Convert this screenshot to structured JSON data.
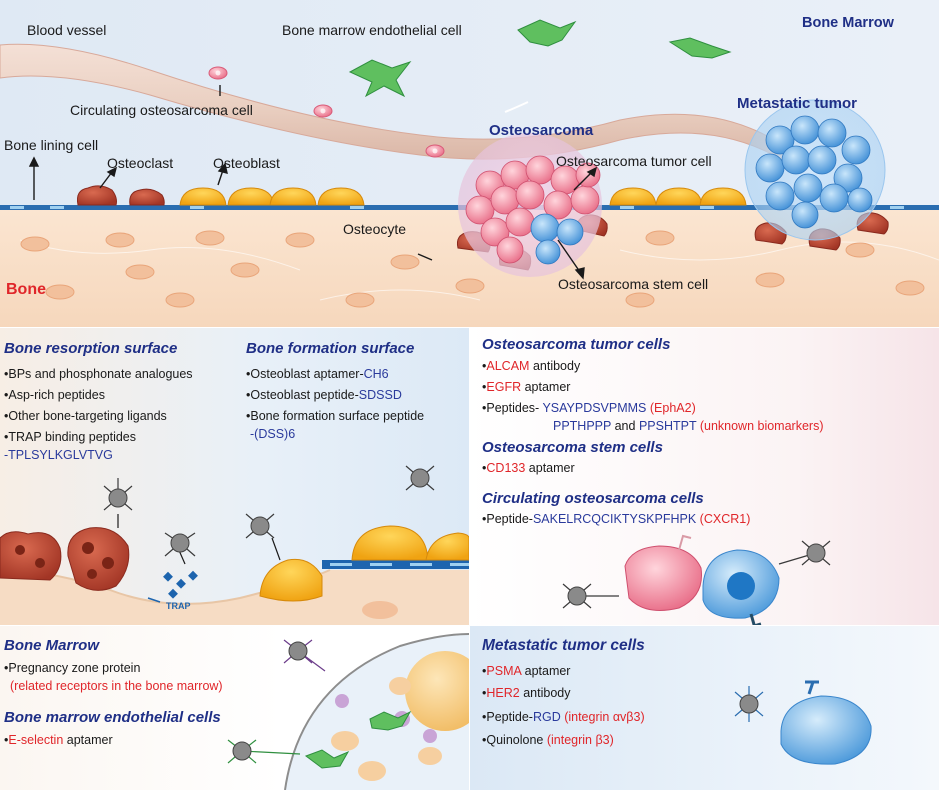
{
  "top": {
    "blood_vessel": "Blood vessel",
    "bm_endothelial": "Bone marrow endothelial cell",
    "bone_marrow": "Bone Marrow",
    "circulating_os": "Circulating osteosarcoma cell",
    "bone_lining": "Bone lining cell",
    "osteoclast": "Osteoclast",
    "osteoblast": "Osteoblast",
    "osteosarcoma": "Osteosarcoma",
    "os_tumor_cell": "Osteosarcoma tumor cell",
    "metastatic_tumor": "Metastatic tumor",
    "osteocyte": "Osteocyte",
    "bone": "Bone",
    "os_stem_cell": "Osteosarcoma stem cell"
  },
  "resorption": {
    "title": "Bone resorption surface",
    "items": [
      "•BPs and phosphonate analogues",
      "•Asp-rich peptides",
      "•Other bone-targeting ligands",
      "•TRAP binding peptides"
    ],
    "seq": "-TPLSYLKGLVTVG",
    "trap": "TRAP"
  },
  "formation": {
    "title": "Bone formation surface",
    "item1_a": "•Osteoblast aptamer-",
    "item1_b": "CH6",
    "item2_a": "•Osteoblast peptide-",
    "item2_b": "SDSSD",
    "item3": "•Bone formation surface peptide",
    "item3_b": "-(DSS)6"
  },
  "os_tumor": {
    "title": "Osteosarcoma tumor cells",
    "alcam": "ALCAM",
    "alcam_rest": " antibody",
    "egfr": "EGFR",
    "egfr_rest": " aptamer",
    "pep_a": "•Peptides- ",
    "pep_seq1": "YSAYPDSVPMMS",
    "pep_target1": " (EphA2)",
    "pep_seq2": "PPTHPPP",
    "pep_and": " and ",
    "pep_seq3": "PPSHTPT",
    "pep_target2": " (unknown biomarkers)"
  },
  "os_stem": {
    "title": "Osteosarcoma stem cells",
    "cd133": "CD133",
    "cd133_rest": " aptamer"
  },
  "circ": {
    "title": "Circulating osteosarcoma cells",
    "pep_a": "•Peptide-",
    "pep_seq": "SAKELRCQCIKTYSKPFHPK",
    "pep_target": " (CXCR1)"
  },
  "bm": {
    "title": "Bone Marrow",
    "item": "•Pregnancy zone protein",
    "item_red": "(related receptors in the bone marrow)",
    "endo_title": "Bone marrow endothelial cells",
    "esel": "E-selectin",
    "esel_rest": " aptamer"
  },
  "meta": {
    "title": "Metastatic tumor cells",
    "psma": "PSMA",
    "psma_rest": " aptamer",
    "her2": "HER2",
    "her2_rest": " antibody",
    "rgd_a": "•Peptide-",
    "rgd": "RGD",
    "rgd_t": " (integrin αvβ3)",
    "quin": "•Quinolone ",
    "quin_t": "(integrin β3)"
  },
  "colors": {
    "title_blue": "#1f2f86",
    "red": "#e0262a",
    "bone": "#f6dcc4",
    "marrow_bg": "#e9f1f9"
  }
}
